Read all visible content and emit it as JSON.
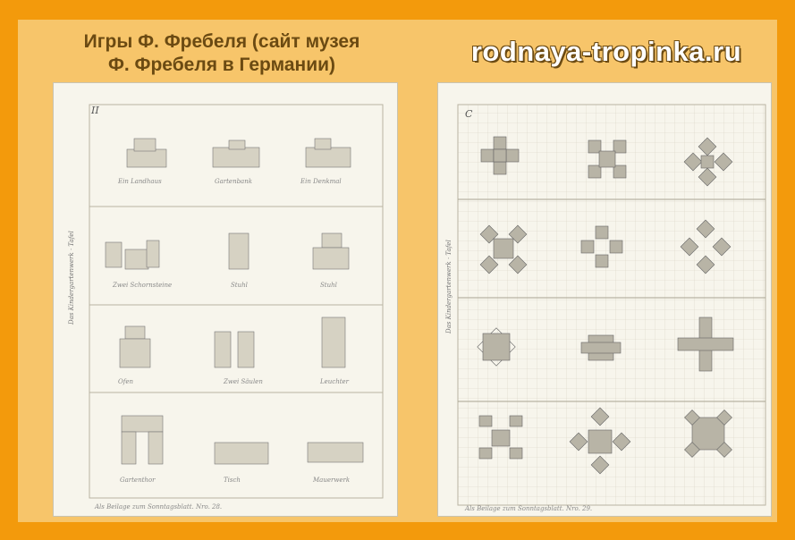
{
  "slide": {
    "title_line1": "Игры Ф. Фребеля (сайт музея",
    "title_line2": "Ф. Фребеля в Германии)",
    "site": "rodnaya-tropinka.ru"
  },
  "left_plate": {
    "letter": "II",
    "footer": "Als Beilage zum Sonntagsblatt. Nro. 28."
  },
  "right_plate": {
    "letter": "C",
    "footer": "Als Beilage zum Sonntagsblatt. Nro. 29."
  }
}
